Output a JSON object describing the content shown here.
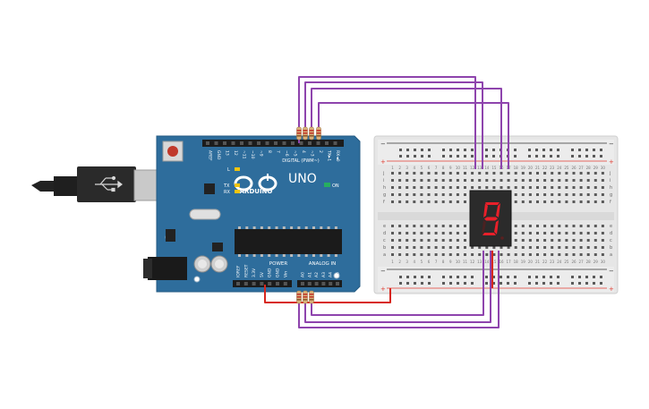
{
  "arduino": {
    "brand": "ARDUINO",
    "model": "UNO",
    "on_label": "ON",
    "digital_header_label": "DIGITAL (PWM~)",
    "power_label": "POWER",
    "analog_label": "ANALOG IN",
    "led_labels": [
      "L",
      "TX",
      "RX"
    ],
    "digital_pin_labels": [
      "AREF",
      "GND",
      "13",
      "12",
      "~11",
      "~10",
      "~9",
      "8",
      "7",
      "~6",
      "~5",
      "4",
      "~3",
      "2",
      "TX►1",
      "RX◄0"
    ],
    "power_pin_labels": [
      "IOREF",
      "RESET",
      "3.3V",
      "5V",
      "GND",
      "GND",
      "Vin"
    ],
    "analog_pin_labels": [
      "A0",
      "A1",
      "A2",
      "A3",
      "A4",
      "A5"
    ]
  },
  "breadboard": {
    "row_labels_top": [
      "j",
      "i",
      "h",
      "g",
      "f"
    ],
    "row_labels_bottom": [
      "e",
      "d",
      "c",
      "b",
      "a"
    ],
    "column_count": 30,
    "rail_minus": "−",
    "rail_plus": "+"
  },
  "display": {
    "digit": "9",
    "segment_color": "#e8202a"
  },
  "colors": {
    "board_blue": "#2e6d9c",
    "breadboard": "#e9e9e9",
    "wire_purple": "#8e44ad",
    "wire_red": "#d7261d",
    "rail_red": "#e03c31",
    "rail_black": "#333333"
  }
}
